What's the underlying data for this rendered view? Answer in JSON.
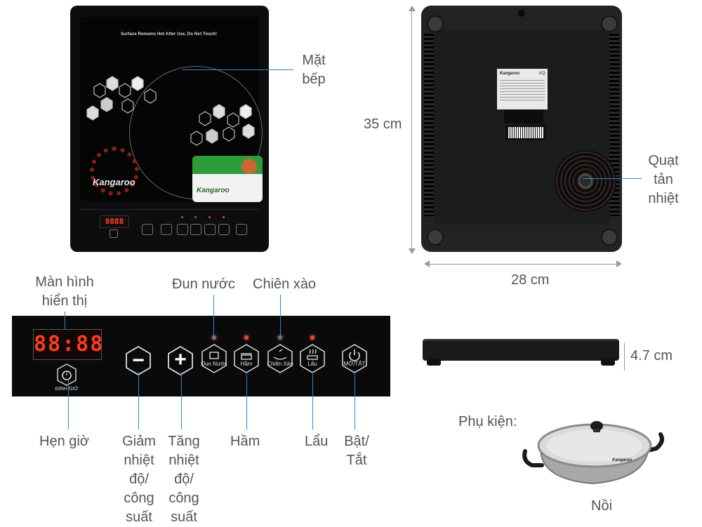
{
  "top_view": {
    "warning": "Surface Remains Hot After Use, Do Not Touch!",
    "brand": "Kangaroo",
    "label": "Mặt bếp",
    "mini_display": "8888"
  },
  "back_view": {
    "height_label": "35 cm",
    "width_label": "28 cm",
    "fan_label": "Quạt tản nhiệt",
    "sticker_brand": "Kangaroo",
    "sticker_code": "KQ"
  },
  "control_panel": {
    "display_value": "88:88",
    "display_label": "Màn hình hiển thị",
    "timer_sub": "ĐỊNH GIỜ",
    "buttons": [
      {
        "id": "minus",
        "glyph": "−",
        "caption": "Giảm nhiệt độ/ công suất"
      },
      {
        "id": "plus",
        "glyph": "+",
        "caption": "Tăng nhiệt độ/ công suất"
      },
      {
        "id": "boil",
        "sub": "Đun Nước",
        "caption": "Đun nước"
      },
      {
        "id": "stew",
        "sub": "Hầm",
        "caption": "Hầm"
      },
      {
        "id": "fry",
        "sub": "Chiên Xào",
        "caption": "Chiên xào"
      },
      {
        "id": "hotpot",
        "sub": "Lẩu",
        "caption": "Lẩu"
      },
      {
        "id": "power",
        "sub": "MỞ/TẮT",
        "caption": "Bật/ Tắt"
      }
    ],
    "timer_caption": "Hẹn giờ"
  },
  "side_view": {
    "thickness_label": "4.7 cm"
  },
  "accessory": {
    "title": "Phụ kiện:",
    "item": "Nồi",
    "pot_brand": "Kangaroo"
  },
  "colors": {
    "callout": "#2f86c9",
    "display_red": "#ff3b1f",
    "body": "#0d0d0f"
  }
}
